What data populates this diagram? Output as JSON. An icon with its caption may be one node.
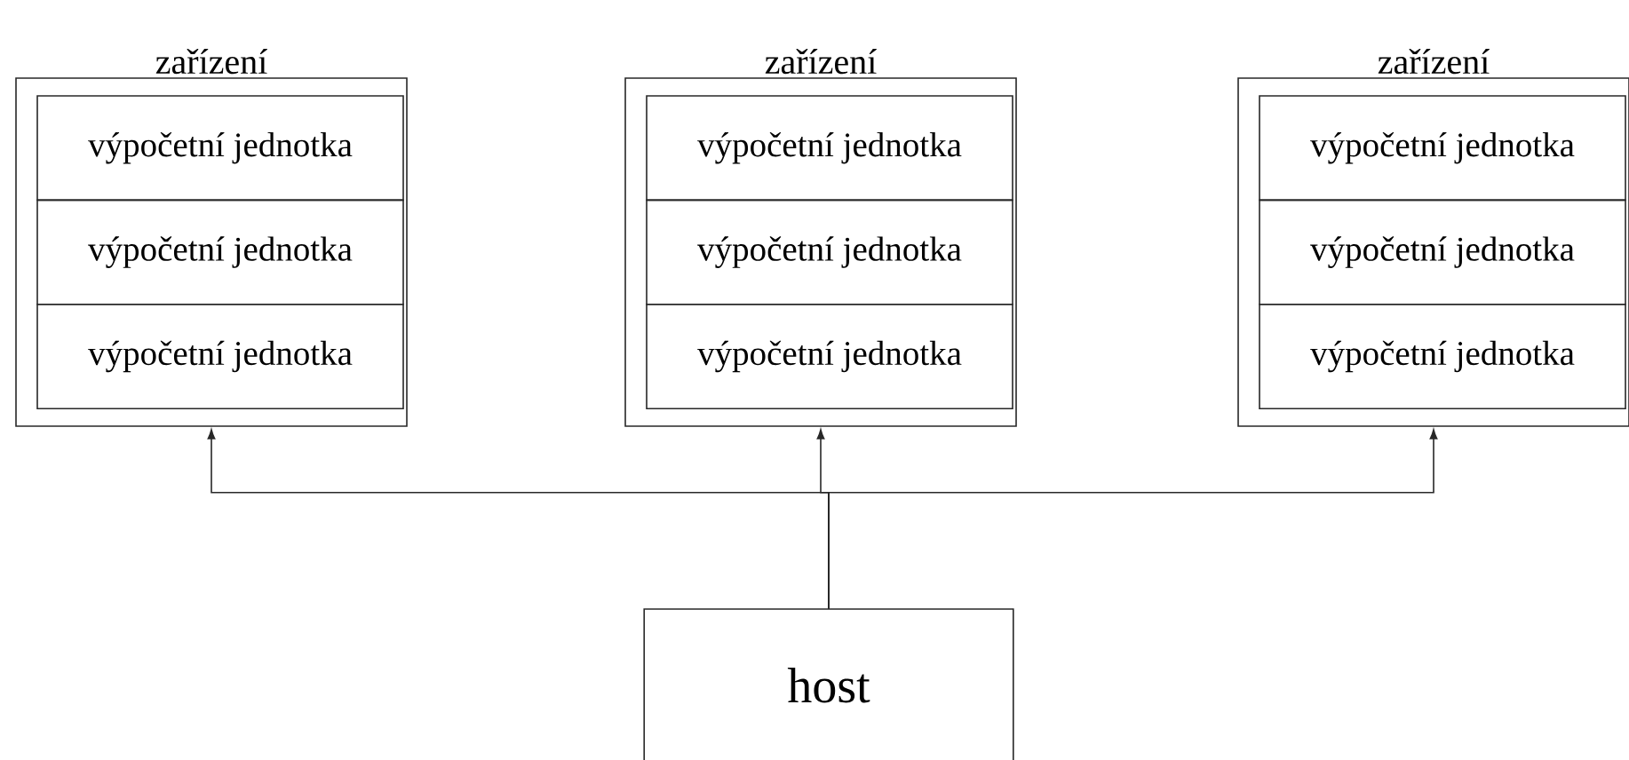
{
  "diagram": {
    "nodes": [
      {
        "text": [
          "zařízení"
        ]
      },
      {
        "text": [
          "výpočetní jednotka"
        ],
        "in": 0
      },
      {
        "text": [
          "výpočetní jednotka"
        ],
        "in": 0
      },
      {
        "text": [
          "výpočetní jednotka"
        ],
        "in": 0
      },
      {
        "text": [
          "zařízení"
        ]
      },
      {
        "text": [
          "výpočetní jednotka"
        ],
        "in": 4
      },
      {
        "text": [
          "výpočetní jednotka"
        ],
        "in": 4
      },
      {
        "text": [
          "výpočetní jednotka"
        ],
        "in": 4
      },
      {
        "text": [
          "zařízení"
        ]
      },
      {
        "text": [
          "výpočetní jednotka"
        ],
        "in": 8
      },
      {
        "text": [
          "výpočetní jednotka"
        ],
        "in": 8
      },
      {
        "text": [
          "výpočetní jednotka"
        ],
        "in": 8
      },
      {
        "text": [
          "host"
        ]
      }
    ],
    "edges": [
      {
        "from": 12,
        "to": 0,
        "arrow": "to"
      },
      {
        "from": 12,
        "to": 4,
        "arrow": "to"
      },
      {
        "from": 12,
        "to": 8,
        "arrow": "to"
      }
    ]
  }
}
